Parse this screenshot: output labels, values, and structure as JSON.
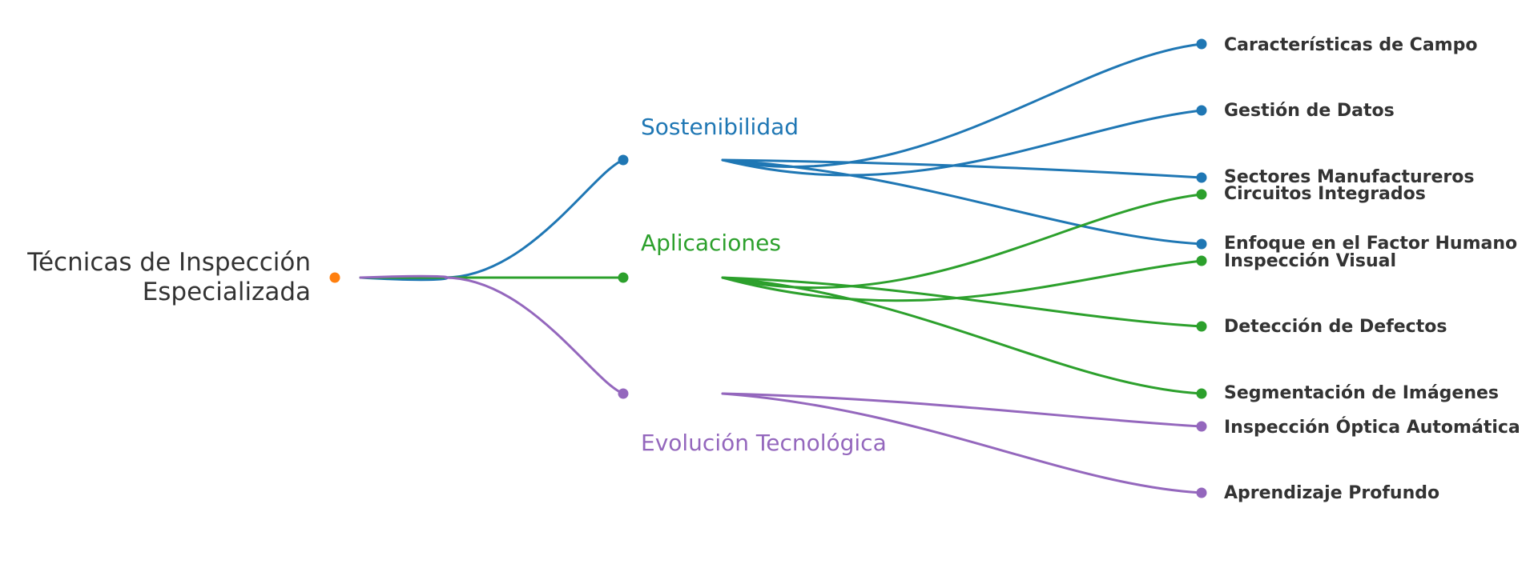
{
  "root": {
    "line1": "Técnicas de Inspección",
    "line2": "Especializada",
    "color": "#ff7f0e"
  },
  "branches": [
    {
      "id": "sostenibilidad",
      "label": "Sostenibilidad",
      "color": "#1f77b4",
      "leaves": [
        "Características de Campo",
        "Gestión de Datos",
        "Sectores Manufactureros",
        "Enfoque en el Factor Humano"
      ]
    },
    {
      "id": "aplicaciones",
      "label": "Aplicaciones",
      "color": "#2ca02c",
      "leaves": [
        "Circuitos Integrados",
        "Inspección Visual",
        "Detección de Defectos",
        "Segmentación de Imágenes"
      ]
    },
    {
      "id": "evolucion",
      "label": "Evolución Tecnológica",
      "color": "#9467bd",
      "leaves": [
        "Inspección Óptica Automática",
        "Aprendizaje Profundo"
      ]
    }
  ]
}
